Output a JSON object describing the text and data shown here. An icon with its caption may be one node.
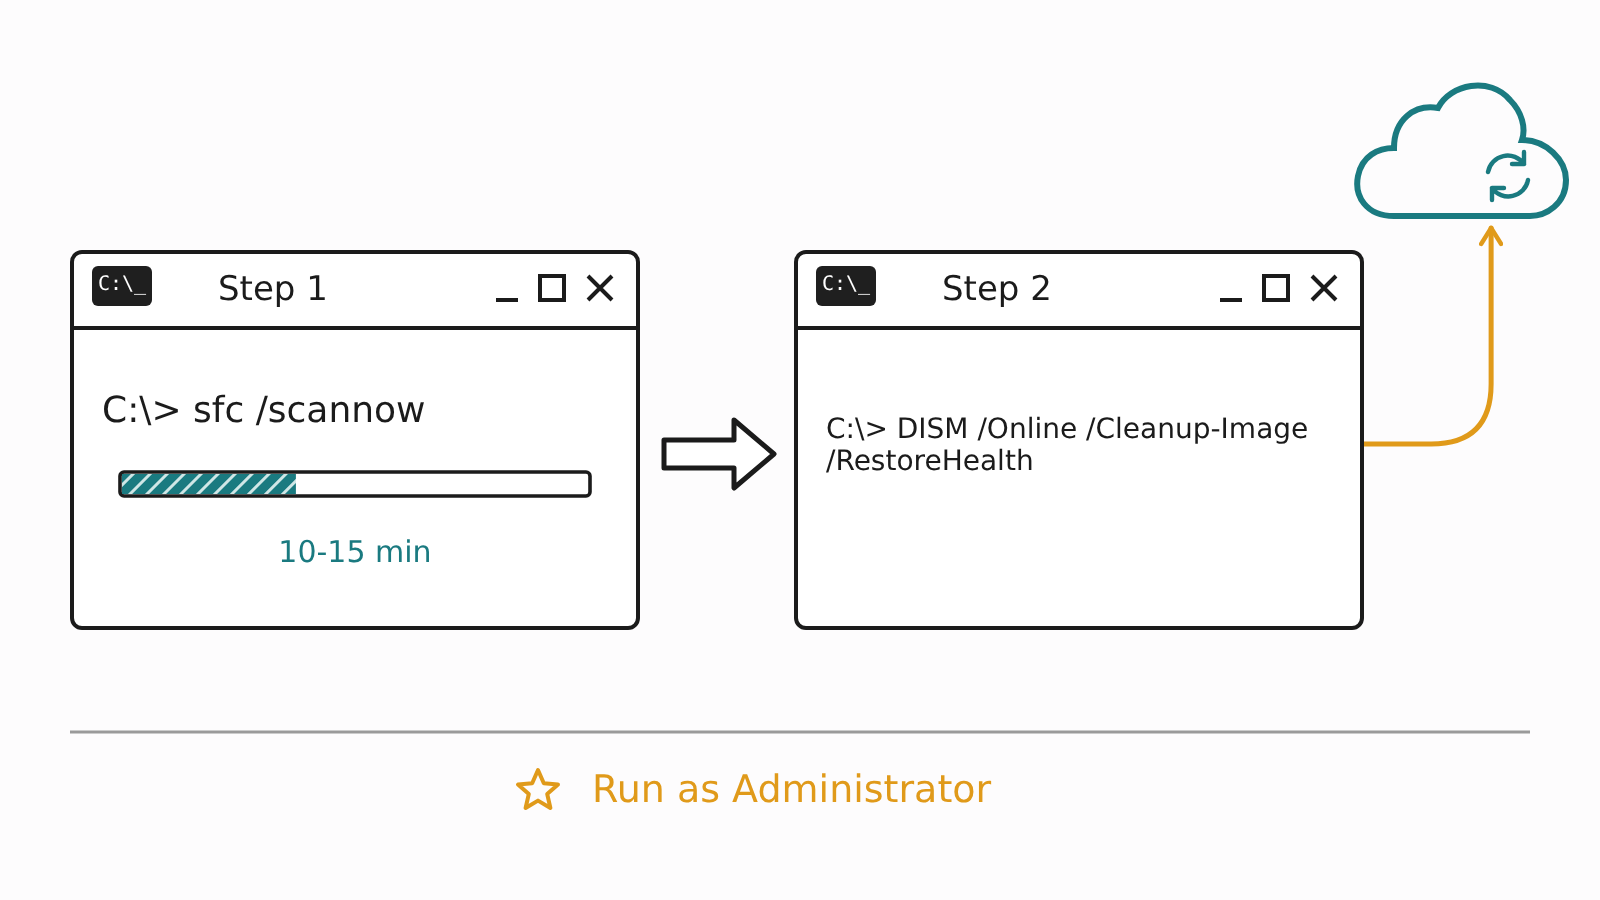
{
  "diagram": {
    "nodes": [
      {
        "text": [
          "C:\\_",
          "Step 1",
          "C:\\> sfc /scannow",
          "10-15 min"
        ]
      },
      {
        "text": [
          "C:\\_",
          "Step 2",
          "C:\\> DISM /Online /Cleanup-Image /RestoreHealth"
        ]
      },
      {
        "text": [],
        "shape": "cloud"
      }
    ],
    "edges": [
      {
        "from": 0,
        "to": 1,
        "arrow": "to",
        "style": "thick"
      },
      {
        "from": 1,
        "to": 2,
        "arrow": "to",
        "color": "#e09a1a"
      }
    ],
    "labels": [
      "Run as Administrator"
    ]
  }
}
